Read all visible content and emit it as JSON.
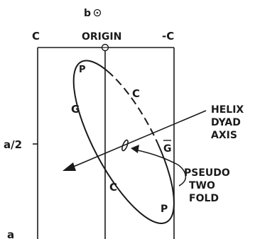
{
  "labels": {
    "b_axis": "b",
    "c_left": "C",
    "origin": "ORIGIN",
    "c_right": "-C",
    "half_a": "a/2",
    "a_bottom": "a",
    "helix_dyad_axis_line1": "HELIX",
    "helix_dyad_axis_line2": "DYAD",
    "helix_dyad_axis_line3": "AXIS",
    "pseudo_two_fold_line1": "PSEUDO",
    "pseudo_two_fold_line2": "TWO",
    "pseudo_two_fold_line3": "FOLD"
  },
  "strand_labels": {
    "p_top": "P",
    "c_upper": "C",
    "g_left": "G",
    "g_bar_right": "G",
    "c_lower": "C",
    "p_bottom": "P"
  }
}
